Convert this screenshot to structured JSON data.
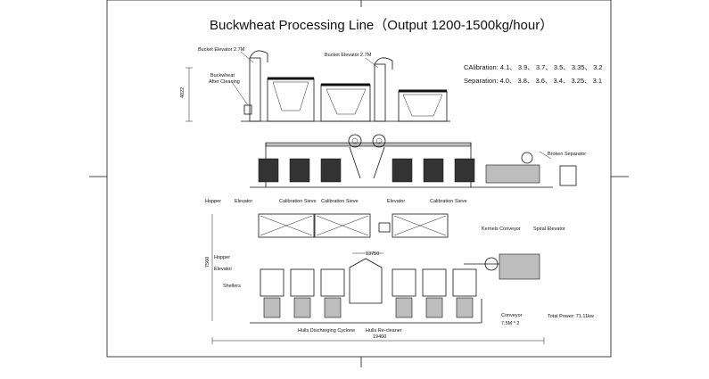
{
  "title": "Buckwheat Processing Line（Output 1200-1500kg/hour）",
  "specs": {
    "calibration": "CAlibration: 4.1、 3.9、 3.7、 3.5、 3.35、 3.2",
    "separation": "Separation: 4.0、 3.8、 3.6、 3.4、 3.25、 3.1"
  },
  "elevation_view": {
    "bucket_elevator_left": "Bucket Elevator 2.7M",
    "bucket_elevator_right": "Bucket Elevator 2.7M",
    "buckwheat_after_cleaning": "Buckwheat\nAfter Cleaning",
    "height_dim": "4022",
    "broken_separator": "Broken Separator"
  },
  "plan_view": {
    "hopper_top": "Hopper",
    "elevator_top": "Elevator",
    "calibration_sieve_1": "Calibration Sieve",
    "calibration_sieve_2": "Calibration Sieve",
    "elevator_mid": "Elevator",
    "calibration_sieve_3": "Calibration Sieve",
    "kernels_conveyor": "Kernels Conveyor",
    "spiral_elevator": "Spiral Elevator",
    "hopper_side": "Hopper",
    "elevator_side": "Elevator",
    "shellers": "Shellers",
    "dim_13750": "13750",
    "dim_width": "7560",
    "dim_length": "19400",
    "husk_cyclone": "Hulls Discharging Cyclone",
    "husk_recleaner": "Hulls Re-cleaner",
    "conveyor": "Conveyor",
    "conveyor_len": "7.5M * 2",
    "total_power": "Total Power: 71.11kw"
  }
}
